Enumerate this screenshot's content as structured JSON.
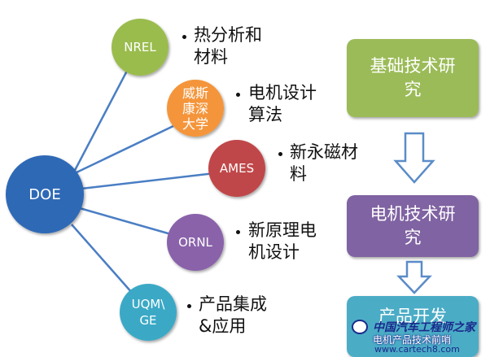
{
  "colors": {
    "hub": "#2d69b6",
    "nrel": "#9abc4e",
    "wisc": "#f4953a",
    "ames": "#c0464a",
    "ornl": "#8a62aa",
    "uqm": "#3ba9c6",
    "line": "#4a7ec4",
    "stage_green": "#9bbb59",
    "stage_purple": "#8064a2",
    "stage_teal": "#4bacc6",
    "arrow_fill": "#ffffff",
    "arrow_stroke": "#5b8cc8"
  },
  "hub": {
    "label": "DOE"
  },
  "nodes": [
    {
      "id": "nrel",
      "label": "NREL",
      "bullet_lines": [
        "热分析和",
        "材料"
      ]
    },
    {
      "id": "wisc",
      "label_lines": [
        "威斯",
        "康深",
        "大学"
      ],
      "bullet_lines": [
        "电机设计",
        "算法"
      ]
    },
    {
      "id": "ames",
      "label": "AMES",
      "bullet_lines": [
        "新永磁材",
        "料"
      ]
    },
    {
      "id": "ornl",
      "label": "ORNL",
      "bullet_lines": [
        "新原理电",
        "机设计"
      ]
    },
    {
      "id": "uqm",
      "label_lines": [
        "UQM\\",
        "GE"
      ],
      "bullet_lines": [
        "产品集成",
        "&应用"
      ]
    }
  ],
  "stages": [
    {
      "id": "basic",
      "lines": [
        "基础技术研",
        "究"
      ]
    },
    {
      "id": "motor",
      "lines": [
        "电机技术研",
        "究"
      ]
    },
    {
      "id": "product",
      "lines": [
        "产品开发"
      ]
    }
  ],
  "watermark": {
    "line1": "中国汽车工程师之家",
    "line2": "电机产品技术前哨",
    "line3": "www.cartech8.com"
  }
}
